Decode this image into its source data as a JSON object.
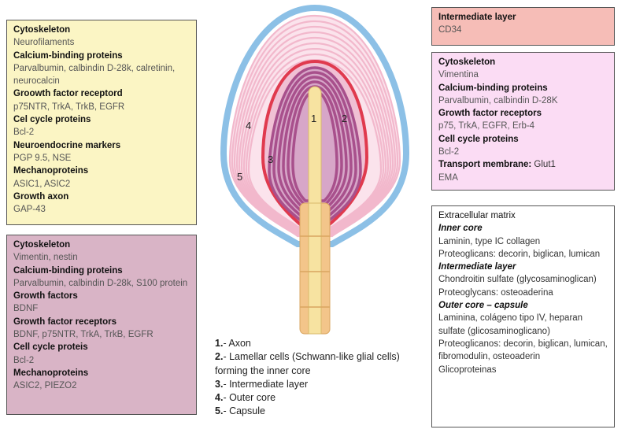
{
  "yellow_box": [
    {
      "h": "Cytoskeleton",
      "t": "Neurofilaments"
    },
    {
      "h": "Calcium-binding proteins",
      "t": "Parvalbumin, calbindin D-28k, calretinin, neurocalcin"
    },
    {
      "h": "Groowth factor receptord",
      "t": "p75NTR, TrkA, TrkB, EGFR"
    },
    {
      "h": "Cel cycle proteins",
      "t": "Bcl-2"
    },
    {
      "h": "Neuroendocrine markers",
      "t": "PGP 9.5, NSE"
    },
    {
      "h": "Mechanoproteins",
      "t": "ASIC1, ASIC2"
    },
    {
      "h": "Growth axon",
      "t": "GAP-43"
    }
  ],
  "mauve_box": [
    {
      "h": "Cytoskeleton",
      "t": "Vimentin, nestin"
    },
    {
      "h": "Calcium-binding proteins",
      "t": "Parvalbumin, calbindin D-28k, S100 protein"
    },
    {
      "h": "Growth factors",
      "t": "BDNF"
    },
    {
      "h": "Growth factor receptors",
      "t": "BDNF, p75NTR, TrkA, TrkB, EGFR"
    },
    {
      "h": "Cell cycle proteis",
      "t": "Bcl-2"
    },
    {
      "h": "Mechanoproteins",
      "t": "ASIC2, PIEZO2"
    }
  ],
  "red_box": {
    "h": "Intermediate layer",
    "t": "CD34"
  },
  "pink_box": {
    "sections": [
      {
        "h": "Cytoskeleton",
        "t": "Vimentina"
      },
      {
        "h": "Calcium-binding proteins",
        "t": "Parvalbumin, calbindin D-28K"
      },
      {
        "h": "Growth factor receptors",
        "t": "p75, TrkA, EGFR, Erb-4"
      },
      {
        "h": "Cell cycle proteins",
        "t": "Bcl-2"
      }
    ],
    "transport_h": "Transport membrane:",
    "transport_t": " Glut1",
    "last": "EMA"
  },
  "ecm_box": {
    "title": "Extracellular matrix",
    "sections": [
      {
        "sub": "Inner core",
        "lines": [
          "Laminin, type IC collagen",
          "Proteoglicans: decorin, biglican, lumican"
        ]
      },
      {
        "sub": "Intermediate layer",
        "lines": [
          "Chondroitin sulfate (glycosaminoglican)",
          "Proteoglycans: osteoaderina"
        ]
      },
      {
        "sub": "Outer core – capsule",
        "lines": [
          "Laminina, colágeno tipo IV, heparan sulfate (glicosaminoglicano)",
          "Proteoglicanos: decorin, biglican, lumican,",
          "fibromodulin, osteoaderin",
          "Glicoproteinas"
        ]
      }
    ]
  },
  "legend": [
    {
      "num": "1.",
      "text": "- Axon"
    },
    {
      "num": "2.",
      "text": "- Lamellar cells (Schwann-like glial cells) forming the inner core"
    },
    {
      "num": "3.",
      "text": "- Intermediate layer"
    },
    {
      "num": "4.",
      "text": "- Outer core"
    },
    {
      "num": "5.",
      "text": "- Capsule"
    }
  ],
  "diagram_labels": {
    "l1": "1",
    "l2": "2",
    "l3": "3",
    "l4": "4",
    "l5": "5"
  },
  "colors": {
    "capsule": "#8cc0e6",
    "outer_core": "#f2b8cc",
    "intermediate": "#e03a4e",
    "inner_core": "#a8508c",
    "axon": "#f7e3a1"
  }
}
